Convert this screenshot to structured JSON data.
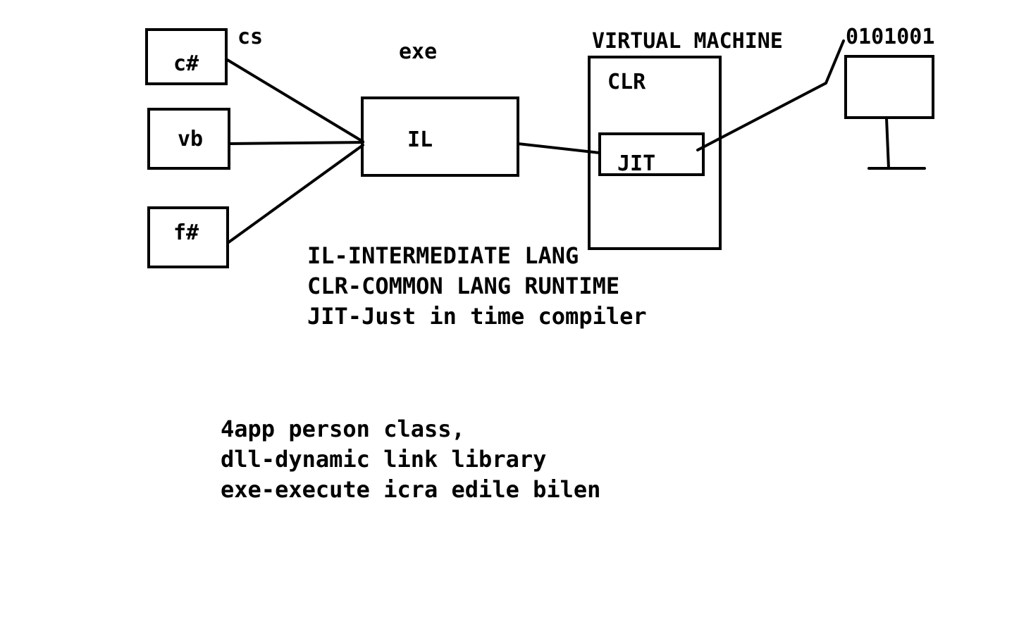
{
  "languages": {
    "csharp": "c#",
    "vb": "vb",
    "fsharp": "f#",
    "extension": "cs"
  },
  "il_block": {
    "label": "IL",
    "caption": "exe"
  },
  "virtual_machine": {
    "title": "VIRTUAL MACHINE",
    "clr_label": "CLR",
    "jit_label": "JIT"
  },
  "output": {
    "binary": "0101001"
  },
  "legend": [
    "IL-INTERMEDIATE LANG",
    "CLR-COMMON LANG RUNTIME",
    "JIT-Just in time compiler"
  ],
  "notes": [
    "4app person class,",
    "dll-dynamic link library",
    "exe-execute icra edile bilen"
  ]
}
